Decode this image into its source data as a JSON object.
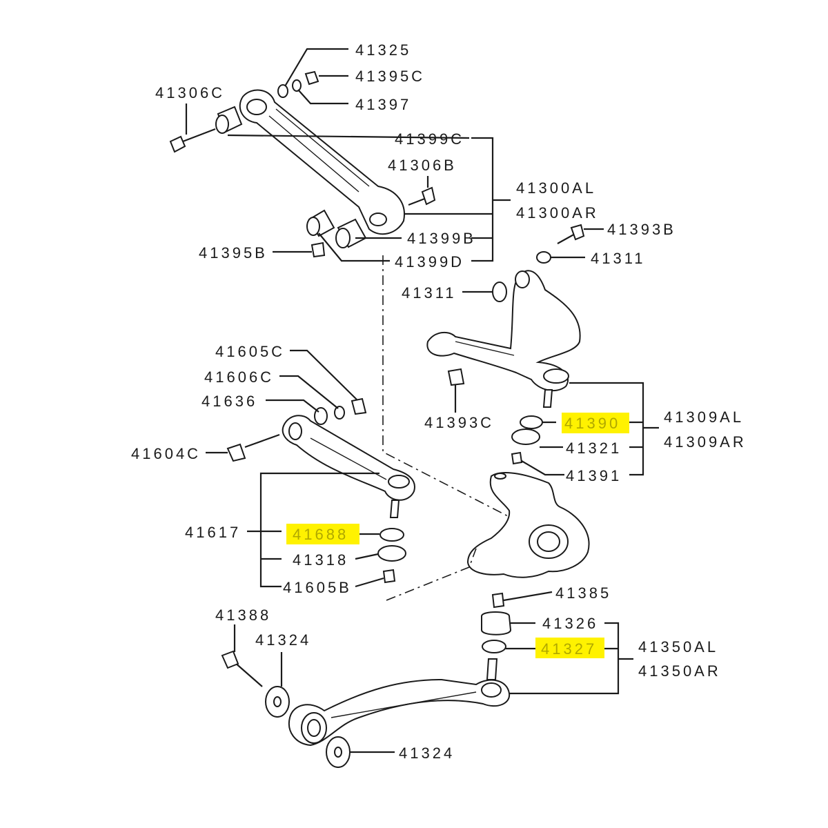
{
  "highlight_color": "#fff200",
  "labels": {
    "p41325": "41325",
    "p41395c": "41395C",
    "p41397": "41397",
    "p41306c": "41306C",
    "p41399c": "41399C",
    "p41306b": "41306B",
    "p41300al": "41300AL",
    "p41300ar": "41300AR",
    "p41399b": "41399B",
    "p41395b": "41395B",
    "p41399d": "41399D",
    "p41393b": "41393B",
    "p41311_right": "41311",
    "p41311_left": "41311",
    "p41605c": "41605C",
    "p41606c": "41606C",
    "p41636": "41636",
    "p41604c": "41604C",
    "p41393c": "41393C",
    "p41390": "41390",
    "p41309al": "41309AL",
    "p41309ar": "41309AR",
    "p41321": "41321",
    "p41391": "41391",
    "p41617": "41617",
    "p41688": "41688",
    "p41318": "41318",
    "p41605b": "41605B",
    "p41385": "41385",
    "p41388": "41388",
    "p41324_top": "41324",
    "p41326": "41326",
    "p41327": "41327",
    "p41350al": "41350AL",
    "p41350ar": "41350AR",
    "p41324_bottom": "41324"
  }
}
